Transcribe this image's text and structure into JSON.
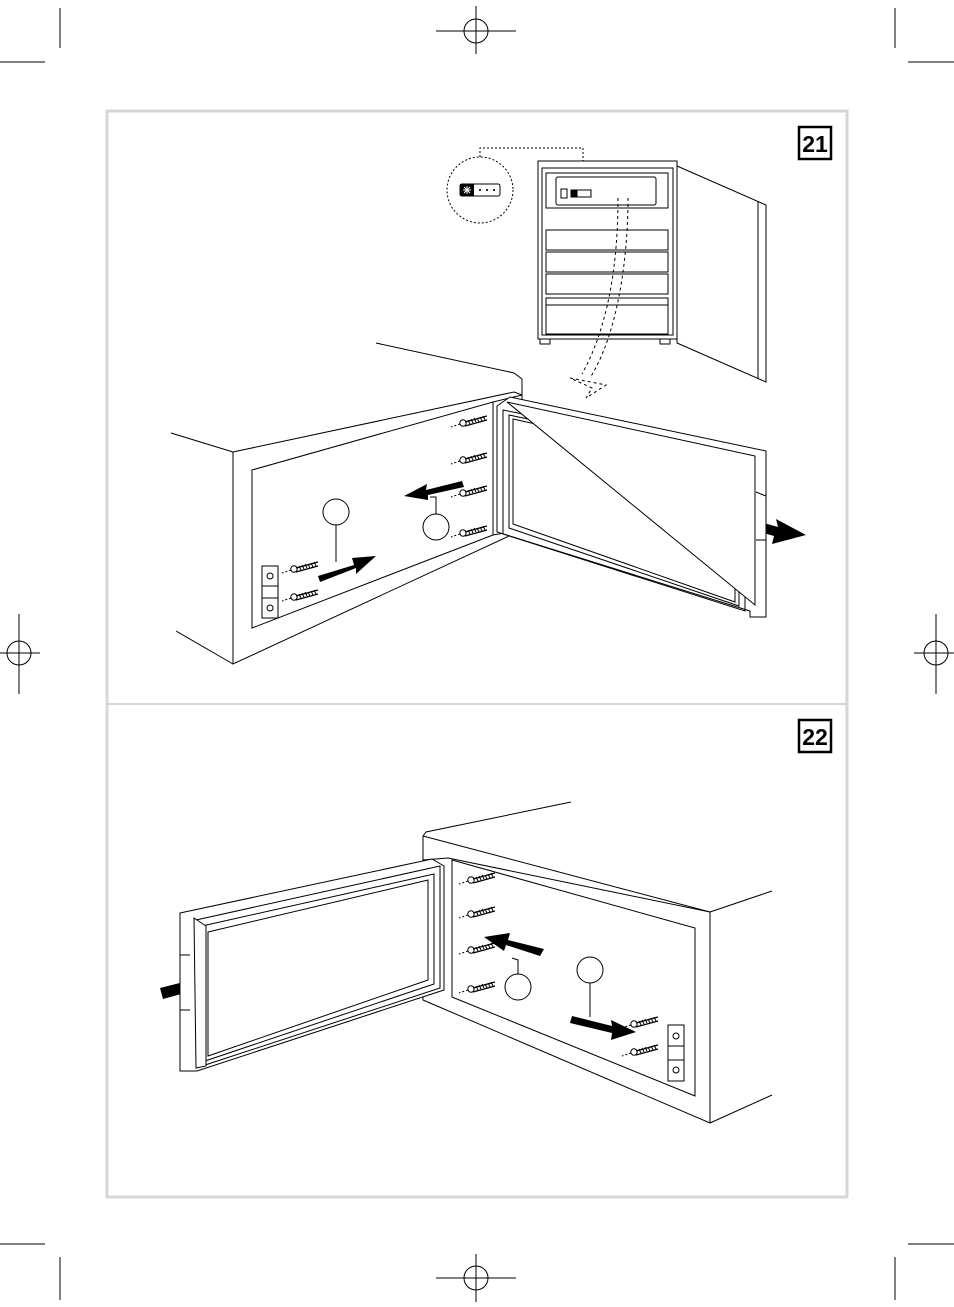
{
  "figures": [
    {
      "number": "21"
    },
    {
      "number": "22"
    }
  ],
  "colors": {
    "frame": "#d6d6d6",
    "ink": "#000000",
    "paper": "#ffffff"
  },
  "icons": [
    "crop-mark",
    "registration-mark",
    "snowflake-icon",
    "screw-icon",
    "hinge-bracket-icon",
    "arrow-icon",
    "callout-circle"
  ]
}
